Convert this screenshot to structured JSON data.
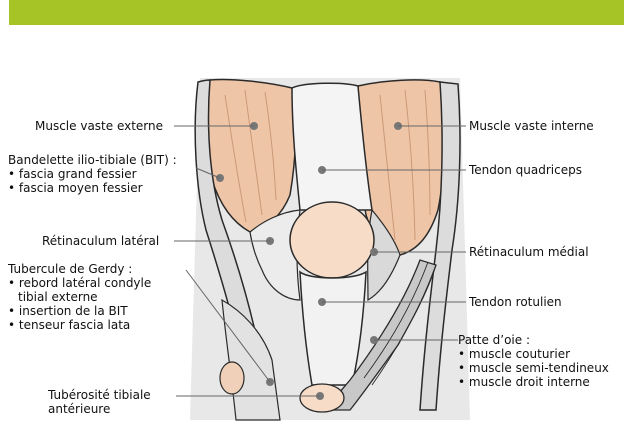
{
  "colors": {
    "accent_bar": "#a7c427",
    "muscle": "#efc5a7",
    "muscle_shade": "#e6b38f",
    "tissue_gray": "#d6d6d6",
    "outline": "#2a2a2a",
    "patella": "#f7ddc8",
    "pointer": "#666666"
  },
  "labels": {
    "vaste_externe": "Muscle vaste externe",
    "vaste_interne": "Muscle vaste interne",
    "bit_title": "Bandelette ilio-tibiale (BIT) :",
    "bit_items": [
      "• fascia grand fessier",
      "• fascia moyen fessier"
    ],
    "tendon_quadriceps": "Tendon quadriceps",
    "retinaculum_lateral": "Rétinaculum latéral",
    "retinaculum_medial": "Rétinaculum médial",
    "gerdy_title": "Tubercule de Gerdy :",
    "gerdy_items": [
      "• rebord latéral condyle",
      "  tibial externe",
      "• insertion de la BIT",
      "• tenseur fascia lata"
    ],
    "tendon_rotulien": "Tendon rotulien",
    "patte_title": "Patte d’oie :",
    "patte_items": [
      "• muscle couturier",
      "• muscle semi-tendineux",
      "• muscle droit interne"
    ],
    "tuberosite_line1": "Tubérosité tibiale",
    "tuberosite_line2": "antérieure"
  }
}
